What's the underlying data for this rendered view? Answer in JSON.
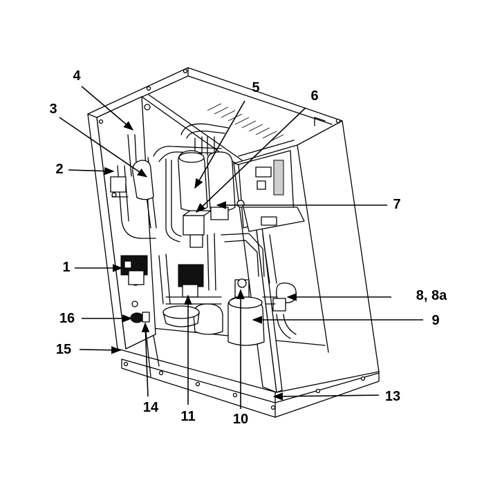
{
  "callouts": [
    {
      "id": "c1",
      "label": "1"
    },
    {
      "id": "c2",
      "label": "2"
    },
    {
      "id": "c3",
      "label": "3"
    },
    {
      "id": "c4",
      "label": "4"
    },
    {
      "id": "c5",
      "label": "5"
    },
    {
      "id": "c6",
      "label": "6"
    },
    {
      "id": "c7",
      "label": "7"
    },
    {
      "id": "c8",
      "label": "8, 8a"
    },
    {
      "id": "c9",
      "label": "9"
    },
    {
      "id": "c10",
      "label": "10"
    },
    {
      "id": "c11",
      "label": "11"
    },
    {
      "id": "c13",
      "label": "13"
    },
    {
      "id": "c14",
      "label": "14"
    },
    {
      "id": "c15",
      "label": "15"
    },
    {
      "id": "c16",
      "label": "16"
    }
  ]
}
